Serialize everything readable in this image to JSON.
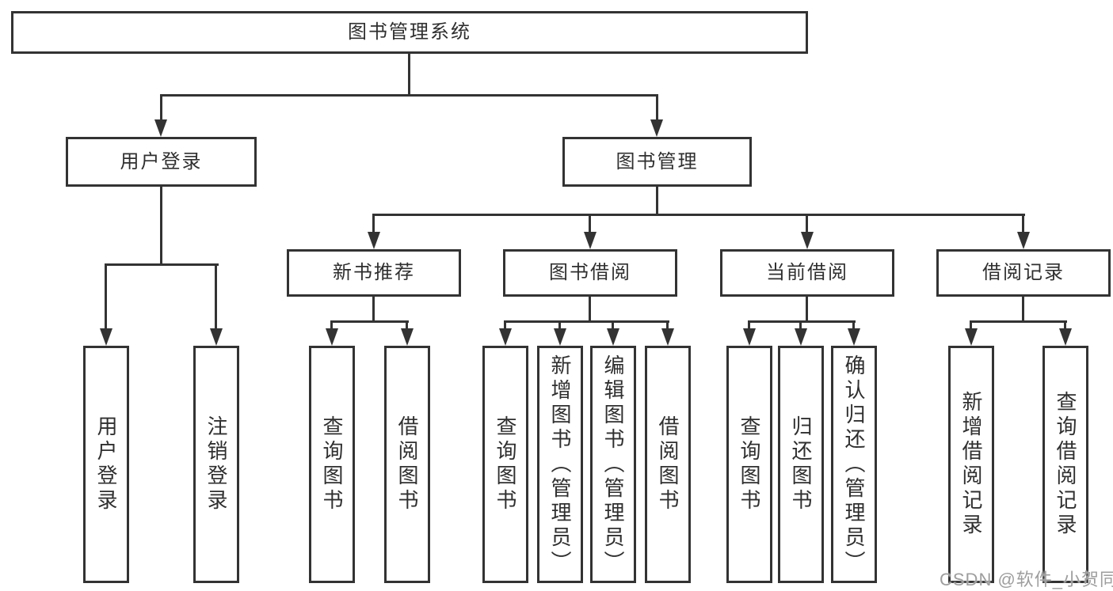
{
  "diagram": {
    "title_node": {
      "label": "图书管理系统"
    },
    "level2": [
      {
        "label": "用户登录"
      },
      {
        "label": "图书管理"
      }
    ],
    "level3": [
      {
        "label": "新书推荐"
      },
      {
        "label": "图书借阅"
      },
      {
        "label": "当前借阅"
      },
      {
        "label": "借阅记录"
      }
    ],
    "leaves": {
      "user_login": [
        "用户登录",
        "注销登录"
      ],
      "new_book_recommend": [
        "查询图书",
        "借阅图书"
      ],
      "book_borrow": [
        "查询图书",
        "新增图书（管理员）",
        "编辑图书（管理员）",
        "借阅图书"
      ],
      "current_borrow": [
        "查询图书",
        "归还图书",
        "确认归还（管理员）"
      ],
      "borrow_records": [
        "新增借阅记录",
        "查询借阅记录"
      ]
    },
    "icons": {
      "connector_arrow": "arrow-down-icon"
    }
  },
  "watermark": {
    "text": "CSDN @软件_小贺同学"
  },
  "colors": {
    "line": "#333333",
    "text": "#2f2f2f",
    "watermark": "#9e9e9e",
    "background": "#ffffff"
  }
}
